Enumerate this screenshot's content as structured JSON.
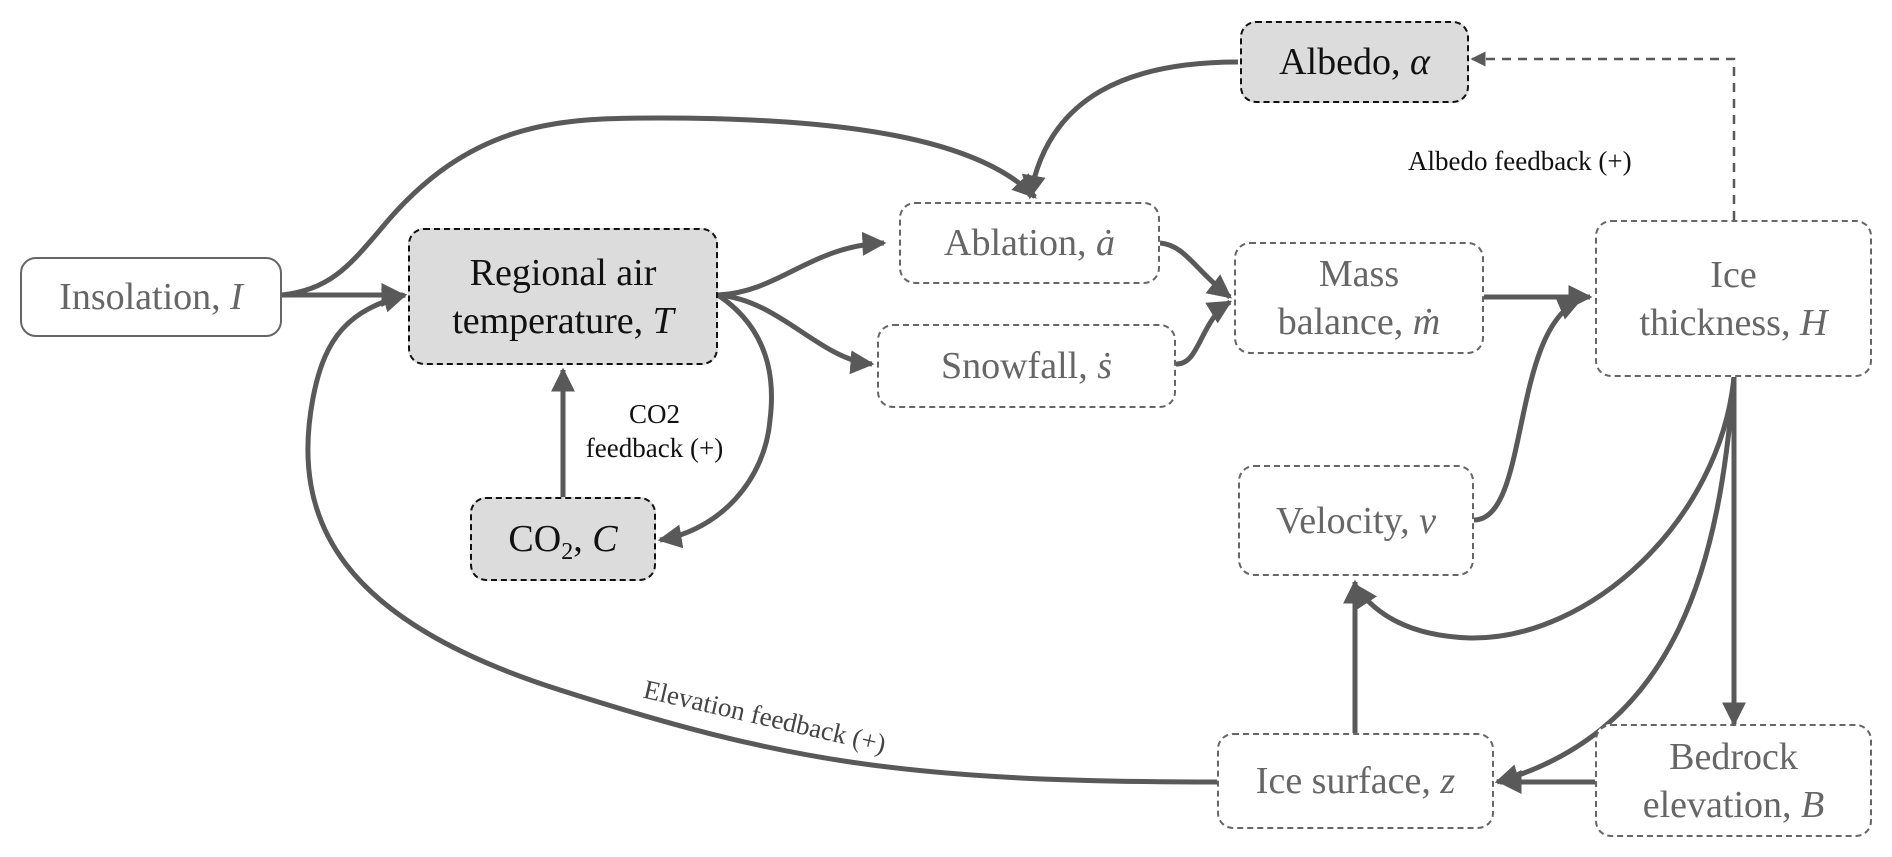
{
  "nodes": {
    "insolation": {
      "label": "Insolation, ",
      "symbol": "I"
    },
    "temperature": {
      "line1": "Regional air",
      "line2": "temperature, ",
      "symbol": "T"
    },
    "co2": {
      "label": "CO",
      "sub": "2",
      "comma": ", ",
      "symbol": "C"
    },
    "ablation": {
      "label": "Ablation, ",
      "symbol": "ȧ"
    },
    "snowfall": {
      "label": "Snowfall, ",
      "symbol": "ṡ"
    },
    "albedo": {
      "label": "Albedo, ",
      "symbol": "α"
    },
    "mass_balance": {
      "line1": "Mass",
      "line2": "balance, ",
      "symbol": "ṁ"
    },
    "ice_thickness": {
      "line1": "Ice",
      "line2": "thickness, ",
      "symbol": "H"
    },
    "velocity": {
      "label": "Velocity, ",
      "symbol": "v"
    },
    "ice_surface": {
      "label": "Ice surface, ",
      "symbol": "z"
    },
    "bedrock": {
      "line1": "Bedrock",
      "line2": "elevation, ",
      "symbol": "B"
    }
  },
  "edge_labels": {
    "albedo_feedback": "Albedo feedback (+)",
    "co2_feedback_line1": "CO2",
    "co2_feedback_line2": "feedback (+)",
    "elevation_feedback": "Elevation feedback (+)"
  },
  "colors": {
    "arrow": "#595959",
    "node_fill_highlight": "#dcdcdc",
    "node_border_dark": "#111111",
    "node_border_light": "#666666",
    "label_text": "#111111"
  }
}
